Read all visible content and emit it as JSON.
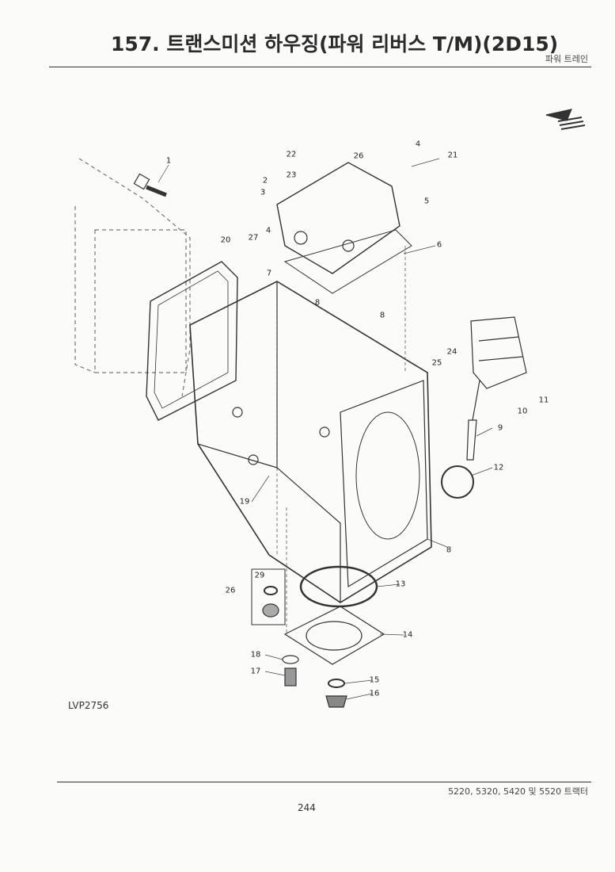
{
  "header": {
    "title": "157. 트랜스미션 하우징(파워 리버스 T/M)(2D15)",
    "section": "파워 트레인"
  },
  "figure": {
    "id": "LVP2756",
    "callouts": [
      "1",
      "22",
      "26",
      "4",
      "21",
      "23",
      "2",
      "3",
      "5",
      "20",
      "27",
      "4",
      "6",
      "7",
      "8",
      "8",
      "24",
      "25",
      "10",
      "11",
      "9",
      "12",
      "19",
      "8",
      "29",
      "26",
      "13",
      "14",
      "18",
      "17",
      "15",
      "16"
    ]
  },
  "footer": {
    "models": "5220, 5320, 5420 및 5520 트랙터",
    "page_number": "244"
  }
}
